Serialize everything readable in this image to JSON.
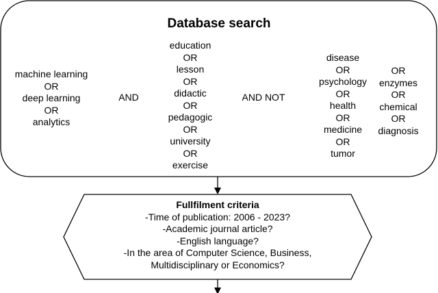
{
  "search_box": {
    "title": "Database search",
    "group1": [
      "machine learning",
      "OR",
      "deep learning",
      "OR",
      "analytics"
    ],
    "op_and": "AND",
    "group2": [
      "education",
      "OR",
      "lesson",
      "OR",
      "didactic",
      "OR",
      "pedagogic",
      "OR",
      "university",
      "OR",
      "exercise"
    ],
    "op_and_not": "AND NOT",
    "group3": [
      "disease",
      "OR",
      "psychology",
      "OR",
      "health",
      "OR",
      "medicine",
      "OR",
      "tumor"
    ],
    "group4": [
      "OR",
      "enzymes",
      "OR",
      "chemical",
      "OR",
      "diagnosis"
    ]
  },
  "criteria_box": {
    "title": "Fullfilment criteria",
    "lines": [
      "-Time of publication: 2006 - 2023?",
      "-Academic journal article?",
      "-English language?",
      "-In the area of Computer Science, Business,",
      "Multidisciplinary or Economics?"
    ]
  }
}
